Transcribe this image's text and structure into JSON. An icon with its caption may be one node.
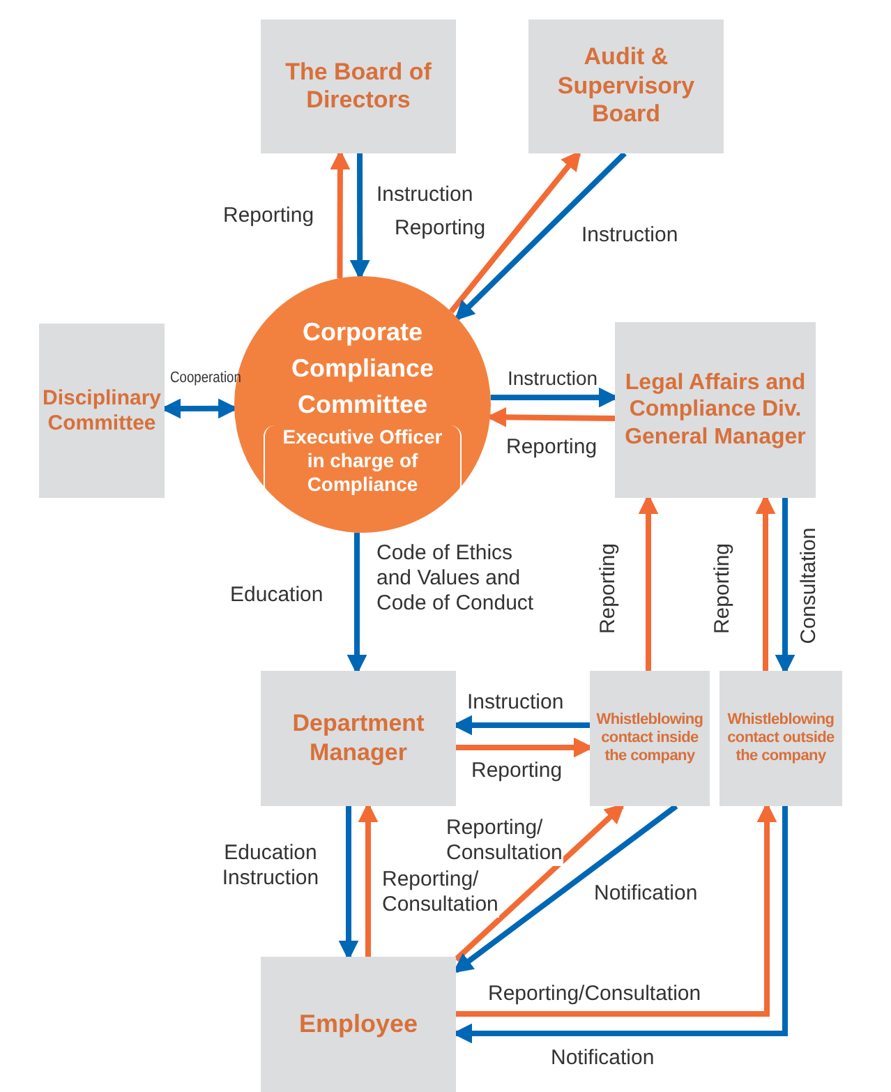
{
  "diagram": {
    "nodes": [
      {
        "text": [
          "The Board of Directors"
        ]
      },
      {
        "text": [
          "Audit & Supervisory Board"
        ]
      },
      {
        "text": [
          "Disciplinary Committee"
        ]
      },
      {
        "text": [
          "Corporate Compliance Committee",
          "Executive Officer in charge of Compliance"
        ]
      },
      {
        "text": [
          "Legal Affairs and Compliance Div. General Manager"
        ]
      },
      {
        "text": [
          "Department Manager"
        ]
      },
      {
        "text": [
          "Whistleblowing contact inside the company"
        ]
      },
      {
        "text": [
          "Whistleblowing contact outside the company"
        ]
      },
      {
        "text": [
          "Employee"
        ]
      }
    ],
    "edges": [
      {
        "from": 3,
        "to": 0,
        "arrow": "to",
        "label": "Reporting",
        "color": "#f26b35"
      },
      {
        "from": 0,
        "to": 3,
        "arrow": "to",
        "label": "Instruction"
      },
      {
        "from": 3,
        "to": 1,
        "arrow": "to",
        "label": "Reporting",
        "color": "#f26b35"
      },
      {
        "from": 1,
        "to": 3,
        "arrow": "to",
        "label": "Instruction"
      },
      {
        "from": 2,
        "to": 3,
        "arrow": "both",
        "label": "Cooperation"
      },
      {
        "from": 3,
        "to": 4,
        "arrow": "to",
        "label": "Instruction"
      },
      {
        "from": 4,
        "to": 3,
        "arrow": "to",
        "label": "Reporting",
        "color": "#f26b35"
      },
      {
        "from": 3,
        "to": 5,
        "arrow": "to",
        "label": "Education"
      },
      {
        "from": 6,
        "to": 4,
        "arrow": "to",
        "label": "Reporting",
        "color": "#f26b35"
      },
      {
        "from": 7,
        "to": 4,
        "arrow": "to",
        "label": "Reporting",
        "color": "#f26b35"
      },
      {
        "from": 4,
        "to": 7,
        "arrow": "to",
        "label": "Consultation"
      },
      {
        "from": 6,
        "to": 5,
        "arrow": "to",
        "label": "Instruction"
      },
      {
        "from": 5,
        "to": 6,
        "arrow": "to",
        "label": "Reporting",
        "color": "#f26b35"
      },
      {
        "from": 5,
        "to": 8,
        "arrow": "to",
        "label": "Education Instruction"
      },
      {
        "from": 8,
        "to": 5,
        "arrow": "to",
        "label": "Reporting/ Consultation",
        "color": "#f26b35"
      },
      {
        "from": 8,
        "to": 6,
        "arrow": "to",
        "label": "Reporting/ Consultation",
        "color": "#f26b35"
      },
      {
        "from": 6,
        "to": 8,
        "arrow": "to",
        "label": "Notification"
      },
      {
        "from": 8,
        "to": 7,
        "arrow": "to",
        "label": "Reporting/Consultation",
        "color": "#f26b35"
      },
      {
        "from": 7,
        "to": 8,
        "arrow": "to",
        "label": "Notification"
      }
    ],
    "labels": [
      "Code of Ethics and Values and Code of Conduct"
    ]
  }
}
